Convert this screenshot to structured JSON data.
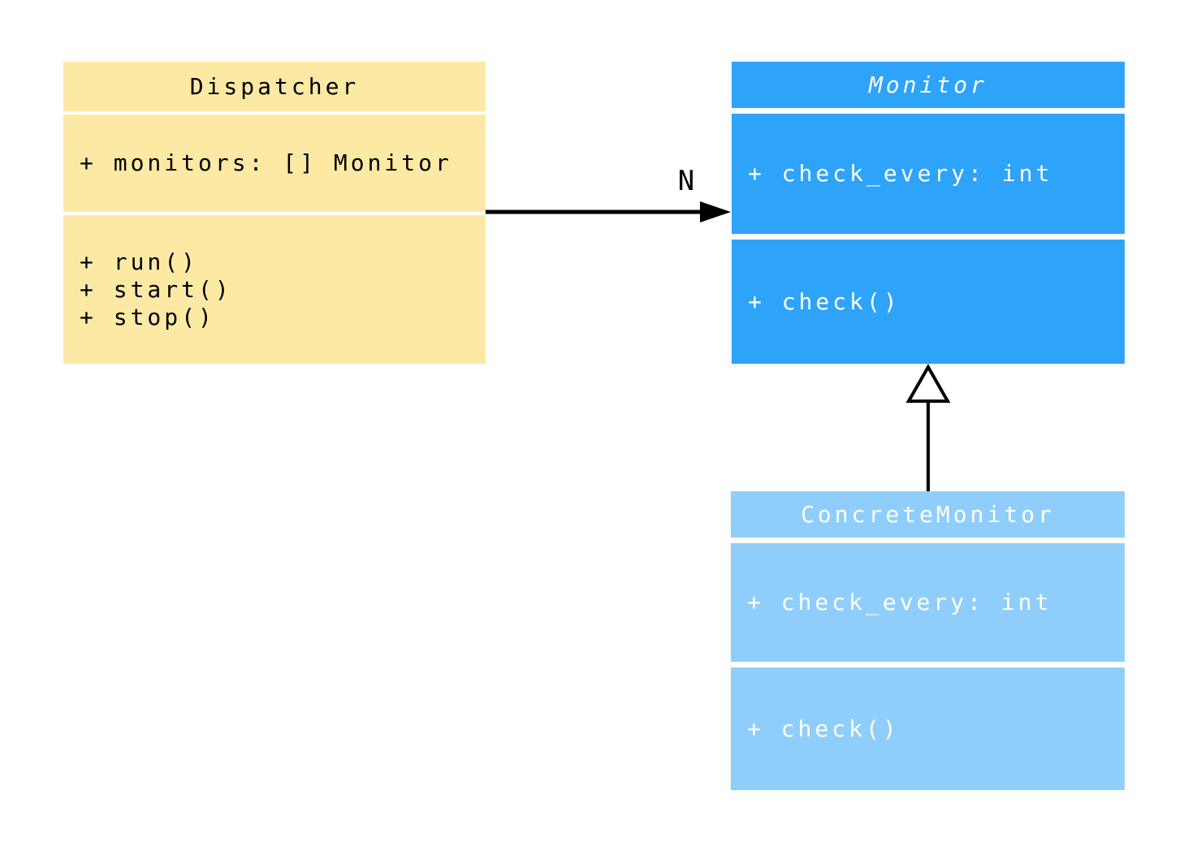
{
  "diagram": {
    "type": "uml-class-diagram",
    "background": "#ffffff",
    "line_color": "#000000",
    "classes": [
      {
        "name": "Dispatcher",
        "abstract": false,
        "fill": "#FCE9A4",
        "text_color": "#000000",
        "attributes": [
          "+ monitors: [] Monitor"
        ],
        "methods": [
          "+ run()",
          "+ start()",
          "+ stop()"
        ]
      },
      {
        "name": "Monitor",
        "abstract": true,
        "fill": "#2EA3FA",
        "text_color": "#ffffff",
        "attributes": [
          "+ check_every: int"
        ],
        "methods": [
          "+ check()"
        ]
      },
      {
        "name": "ConcreteMonitor",
        "abstract": false,
        "fill": "#8FCEFA",
        "text_color": "#ffffff",
        "attributes": [
          "+ check_every: int"
        ],
        "methods": [
          "+ check()"
        ]
      }
    ],
    "relations": [
      {
        "type": "association",
        "from": "Dispatcher",
        "to": "Monitor",
        "label": "N"
      },
      {
        "type": "inheritance",
        "from": "ConcreteMonitor",
        "to": "Monitor",
        "label": ""
      }
    ]
  }
}
